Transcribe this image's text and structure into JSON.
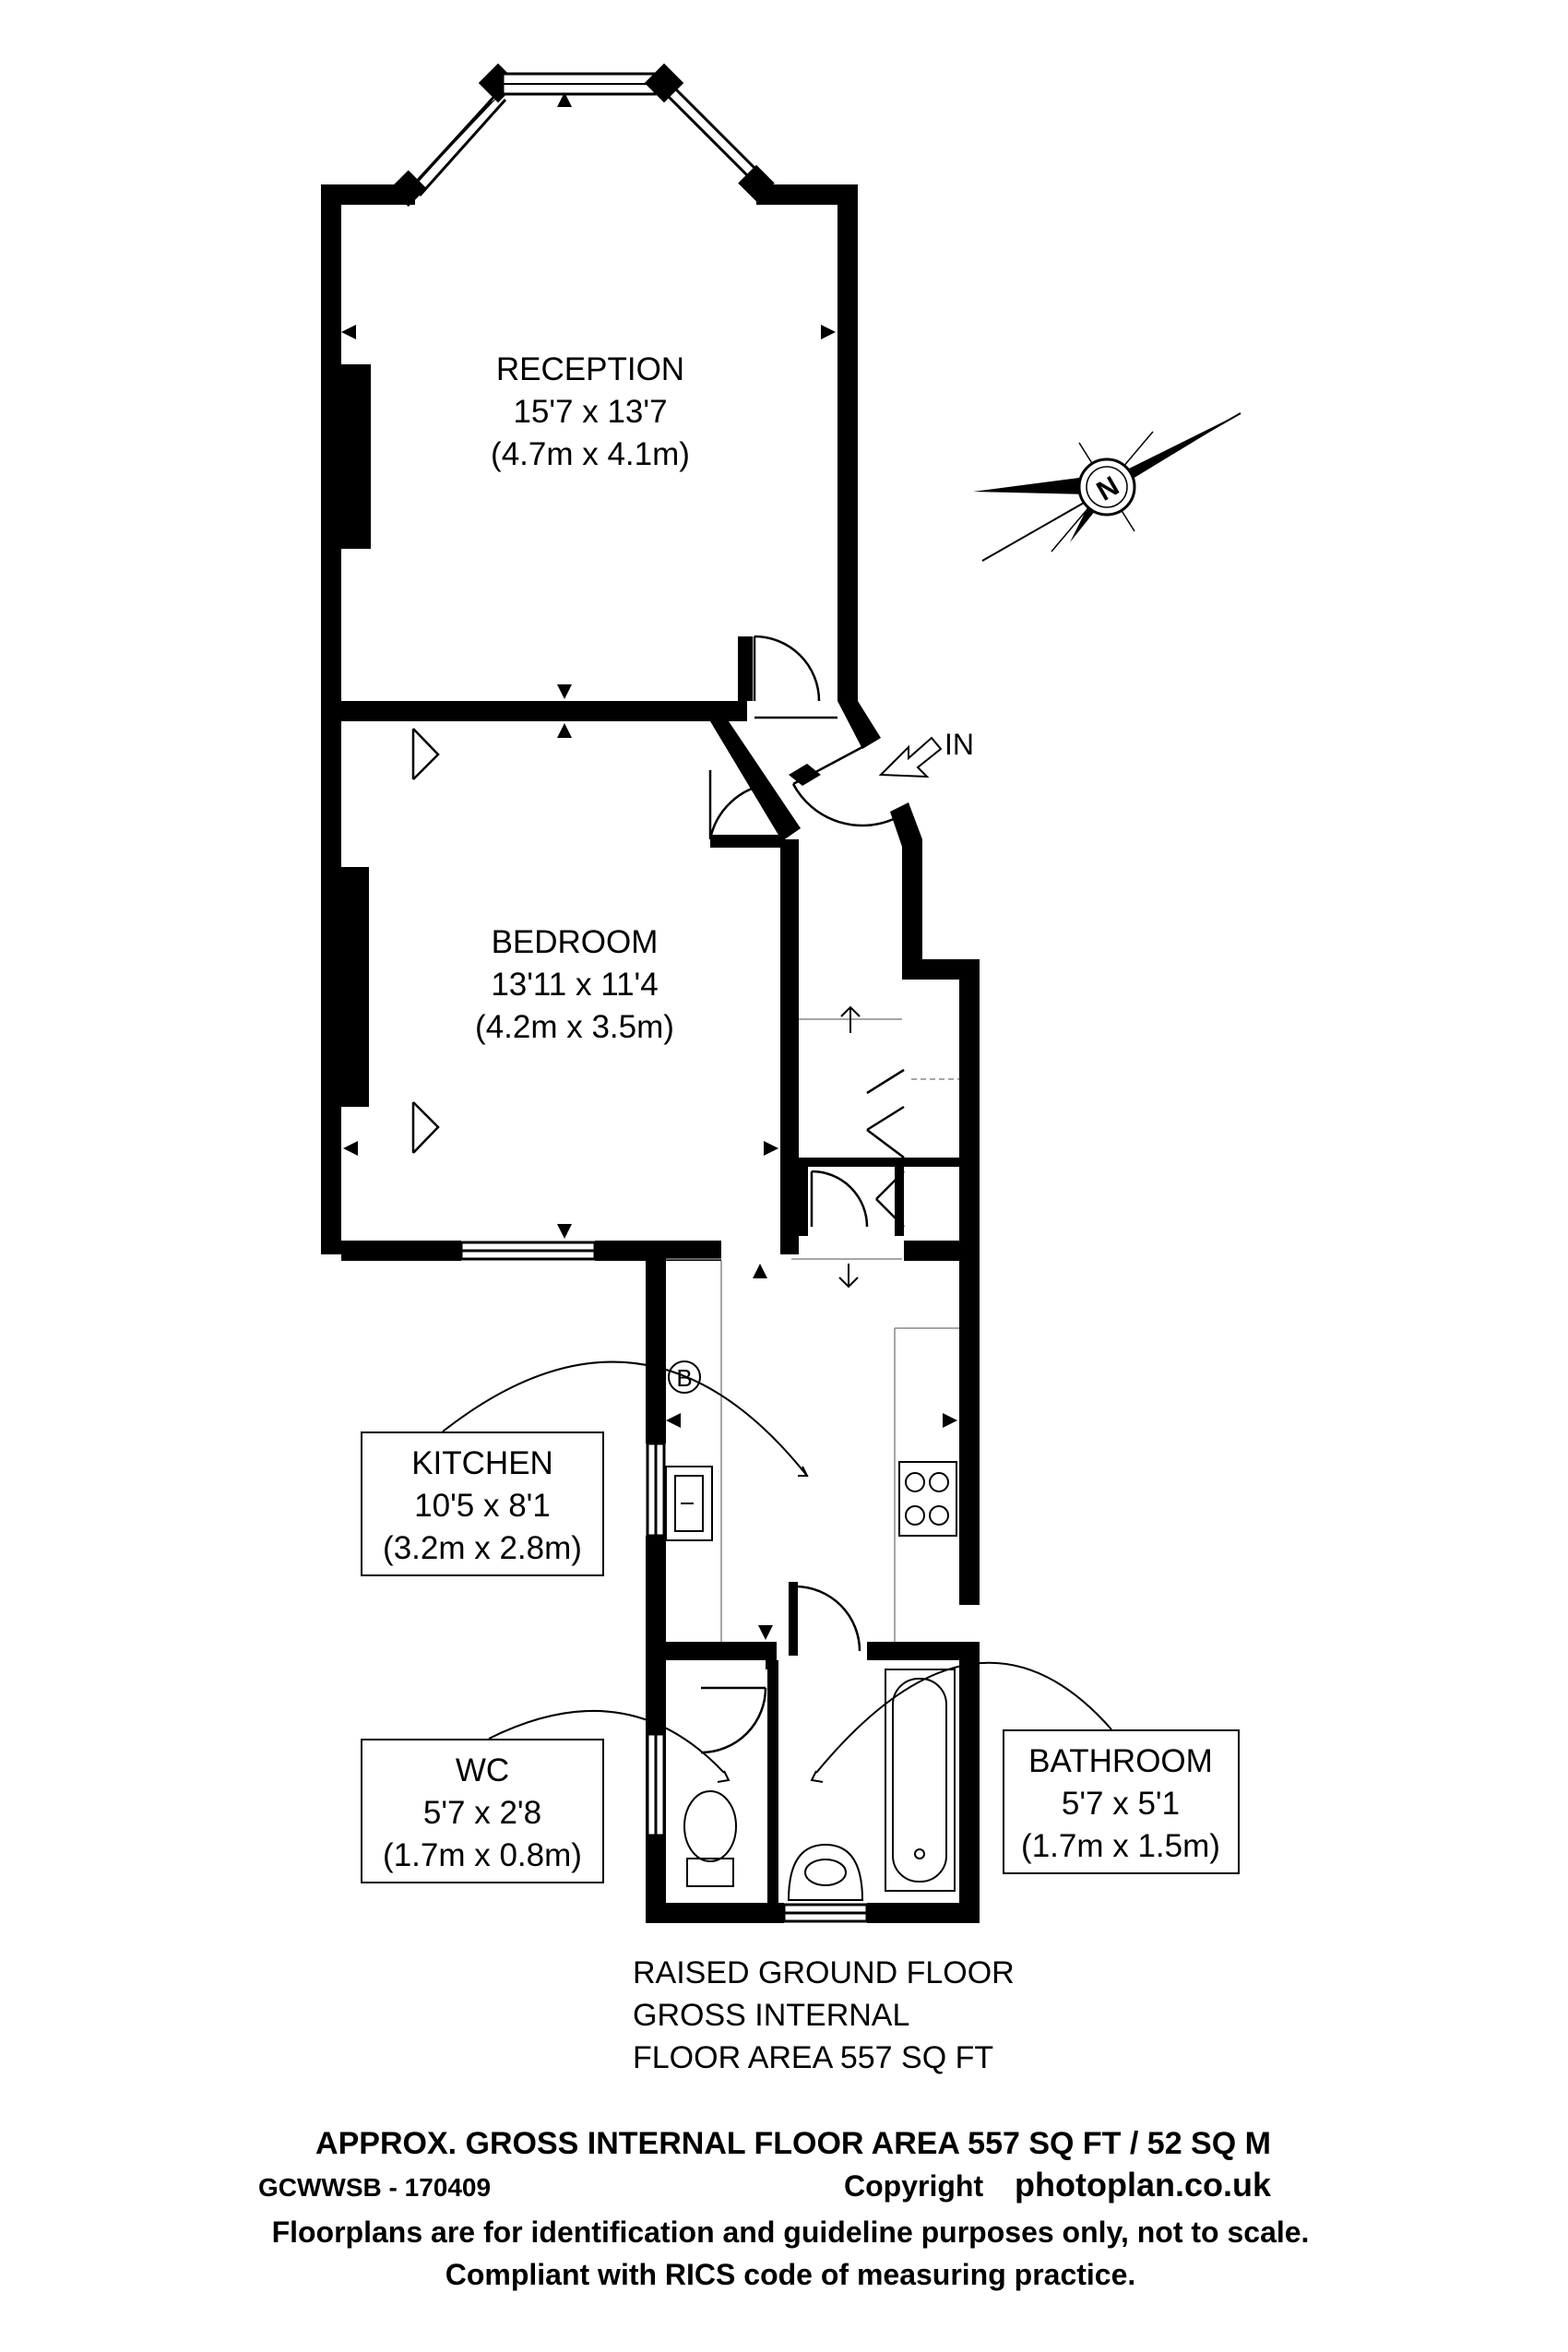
{
  "rooms": {
    "reception": {
      "name": "RECEPTION",
      "imperial": "15'7 x 13'7",
      "metric": "(4.7m x 4.1m)"
    },
    "bedroom": {
      "name": "BEDROOM",
      "imperial": "13'11 x 11'4",
      "metric": "(4.2m x 3.5m)"
    },
    "kitchen": {
      "name": "KITCHEN",
      "imperial": "10'5 x 8'1",
      "metric": "(3.2m x 2.8m)"
    },
    "wc": {
      "name": "WC",
      "imperial": "5'7 x 2'8",
      "metric": "(1.7m x 0.8m)"
    },
    "bathroom": {
      "name": "BATHROOM",
      "imperial": "5'7 x 5'1",
      "metric": "(1.7m x 1.5m)"
    }
  },
  "entrance_label": "IN",
  "boiler_label": "B",
  "compass_label": "N",
  "floor_info": {
    "line1": "RAISED GROUND FLOOR",
    "line2": "GROSS INTERNAL",
    "line3": "FLOOR AREA 557 SQ FT"
  },
  "footer": {
    "total_area": "APPROX. GROSS INTERNAL FLOOR AREA 557 SQ FT / 52 SQ M",
    "reference": "GCWWSB - 170409",
    "copyright_prefix": "Copyright",
    "brand": "photoplan.co.uk",
    "disclaimer_1": "Floorplans are for identification and guideline purposes only, not to scale.",
    "disclaimer_2": "Compliant with RICS code of measuring practice."
  }
}
